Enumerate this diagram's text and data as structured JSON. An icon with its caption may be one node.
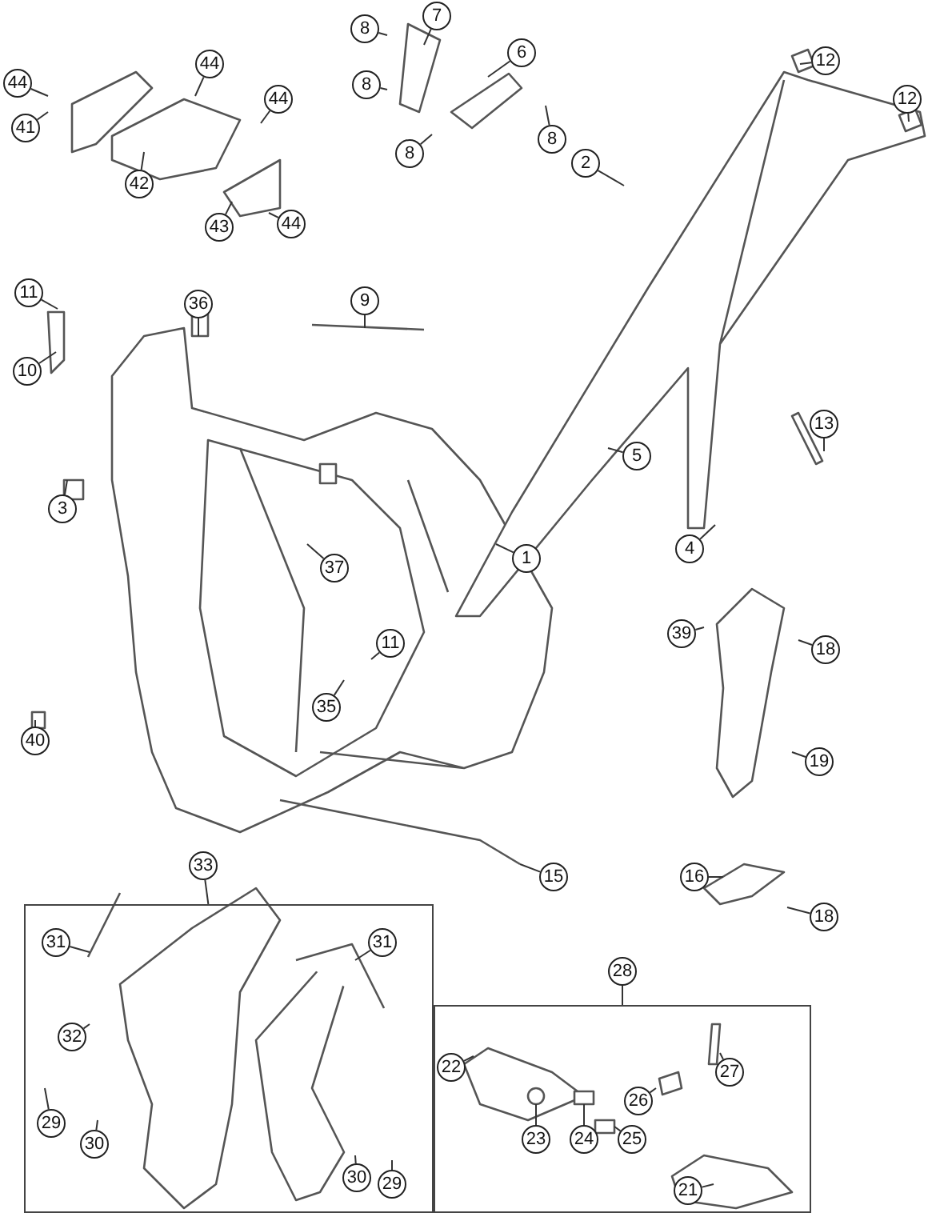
{
  "diagram": {
    "nodes": [
      {
        "text": [
          "44"
        ]
      },
      {
        "text": [
          "44"
        ]
      },
      {
        "text": [
          "44"
        ]
      },
      {
        "text": [
          "41"
        ]
      },
      {
        "text": [
          "42"
        ]
      },
      {
        "text": [
          "43"
        ]
      },
      {
        "text": [
          "44"
        ]
      },
      {
        "text": [
          "8"
        ]
      },
      {
        "text": [
          "7"
        ]
      },
      {
        "text": [
          "8"
        ]
      },
      {
        "text": [
          "6"
        ]
      },
      {
        "text": [
          "8"
        ]
      },
      {
        "text": [
          "8"
        ]
      },
      {
        "text": [
          "12"
        ]
      },
      {
        "text": [
          "12"
        ]
      },
      {
        "text": [
          "2"
        ]
      },
      {
        "text": [
          "36"
        ]
      },
      {
        "text": [
          "11"
        ]
      },
      {
        "text": [
          "10"
        ]
      },
      {
        "text": [
          "9"
        ]
      },
      {
        "text": [
          "3"
        ]
      },
      {
        "text": [
          "5"
        ]
      },
      {
        "text": [
          "13"
        ]
      },
      {
        "text": [
          "1"
        ]
      },
      {
        "text": [
          "37"
        ]
      },
      {
        "text": [
          "4"
        ]
      },
      {
        "text": [
          "39"
        ]
      },
      {
        "text": [
          "18"
        ]
      },
      {
        "text": [
          "11"
        ]
      },
      {
        "text": [
          "40"
        ]
      },
      {
        "text": [
          "35"
        ]
      },
      {
        "text": [
          "19"
        ]
      },
      {
        "text": [
          "15"
        ]
      },
      {
        "text": [
          "16"
        ]
      },
      {
        "text": [
          "18"
        ]
      },
      {
        "text": [
          "33"
        ]
      },
      {
        "text": [],
        "shape": "box"
      },
      {
        "text": [
          "31"
        ],
        "in": 36
      },
      {
        "text": [
          "31"
        ],
        "in": 36
      },
      {
        "text": [
          "32"
        ],
        "in": 36
      },
      {
        "text": [
          "29"
        ],
        "in": 36
      },
      {
        "text": [
          "30"
        ],
        "in": 36
      },
      {
        "text": [
          "30"
        ],
        "in": 36
      },
      {
        "text": [
          "29"
        ],
        "in": 36
      },
      {
        "text": [
          "28"
        ]
      },
      {
        "text": [],
        "shape": "box"
      },
      {
        "text": [
          "22"
        ],
        "in": 45
      },
      {
        "text": [
          "27"
        ],
        "in": 45
      },
      {
        "text": [
          "26"
        ],
        "in": 45
      },
      {
        "text": [
          "23"
        ],
        "in": 45
      },
      {
        "text": [
          "24"
        ],
        "in": 45
      },
      {
        "text": [
          "25"
        ],
        "in": 45
      },
      {
        "text": [
          "21"
        ],
        "in": 45
      }
    ],
    "edges": [
      {
        "from": 0,
        "to": null,
        "arrow": "none"
      },
      {
        "from": 1,
        "to": null,
        "arrow": "none"
      },
      {
        "from": 2,
        "to": null,
        "arrow": "none"
      },
      {
        "from": 3,
        "to": null,
        "arrow": "none"
      },
      {
        "from": 4,
        "to": null,
        "arrow": "none"
      },
      {
        "from": 5,
        "to": null,
        "arrow": "none"
      },
      {
        "from": 6,
        "to": null,
        "arrow": "none"
      },
      {
        "from": 7,
        "to": null,
        "arrow": "none"
      },
      {
        "from": 8,
        "to": null,
        "arrow": "none"
      },
      {
        "from": 9,
        "to": null,
        "arrow": "none"
      },
      {
        "from": 10,
        "to": null,
        "arrow": "none"
      },
      {
        "from": 11,
        "to": null,
        "arrow": "none"
      },
      {
        "from": 12,
        "to": null,
        "arrow": "none"
      },
      {
        "from": 13,
        "to": null,
        "arrow": "none"
      },
      {
        "from": 14,
        "to": null,
        "arrow": "none"
      },
      {
        "from": 15,
        "to": null,
        "arrow": "none"
      },
      {
        "from": 16,
        "to": null,
        "arrow": "none"
      },
      {
        "from": 17,
        "to": null,
        "arrow": "none"
      },
      {
        "from": 18,
        "to": null,
        "arrow": "none"
      },
      {
        "from": 19,
        "to": null,
        "arrow": "none"
      },
      {
        "from": 20,
        "to": null,
        "arrow": "none"
      },
      {
        "from": 21,
        "to": null,
        "arrow": "none"
      },
      {
        "from": 22,
        "to": null,
        "arrow": "none"
      },
      {
        "from": 23,
        "to": null,
        "arrow": "none"
      },
      {
        "from": 24,
        "to": null,
        "arrow": "none"
      },
      {
        "from": 25,
        "to": null,
        "arrow": "none"
      },
      {
        "from": 26,
        "to": null,
        "arrow": "none"
      },
      {
        "from": 27,
        "to": null,
        "arrow": "none"
      },
      {
        "from": 28,
        "to": null,
        "arrow": "none"
      },
      {
        "from": 29,
        "to": null,
        "arrow": "none"
      },
      {
        "from": 30,
        "to": null,
        "arrow": "none"
      },
      {
        "from": 31,
        "to": null,
        "arrow": "none"
      },
      {
        "from": 32,
        "to": null,
        "arrow": "none"
      },
      {
        "from": 33,
        "to": null,
        "arrow": "none"
      },
      {
        "from": 34,
        "to": null,
        "arrow": "none"
      },
      {
        "from": 35,
        "to": 36,
        "arrow": "none"
      },
      {
        "from": 37,
        "to": null,
        "arrow": "none"
      },
      {
        "from": 38,
        "to": null,
        "arrow": "none"
      },
      {
        "from": 39,
        "to": null,
        "arrow": "none"
      },
      {
        "from": 40,
        "to": null,
        "arrow": "none"
      },
      {
        "from": 41,
        "to": null,
        "arrow": "none"
      },
      {
        "from": 42,
        "to": null,
        "arrow": "none"
      },
      {
        "from": 43,
        "to": null,
        "arrow": "none"
      },
      {
        "from": 44,
        "to": 45,
        "arrow": "none"
      },
      {
        "from": 46,
        "to": null,
        "arrow": "none"
      },
      {
        "from": 47,
        "to": null,
        "arrow": "none"
      },
      {
        "from": 48,
        "to": null,
        "arrow": "none"
      },
      {
        "from": 49,
        "to": null,
        "arrow": "none"
      },
      {
        "from": 50,
        "to": null,
        "arrow": "none"
      },
      {
        "from": 51,
        "to": null,
        "arrow": "none"
      },
      {
        "from": 52,
        "to": null,
        "arrow": "none"
      }
    ]
  }
}
